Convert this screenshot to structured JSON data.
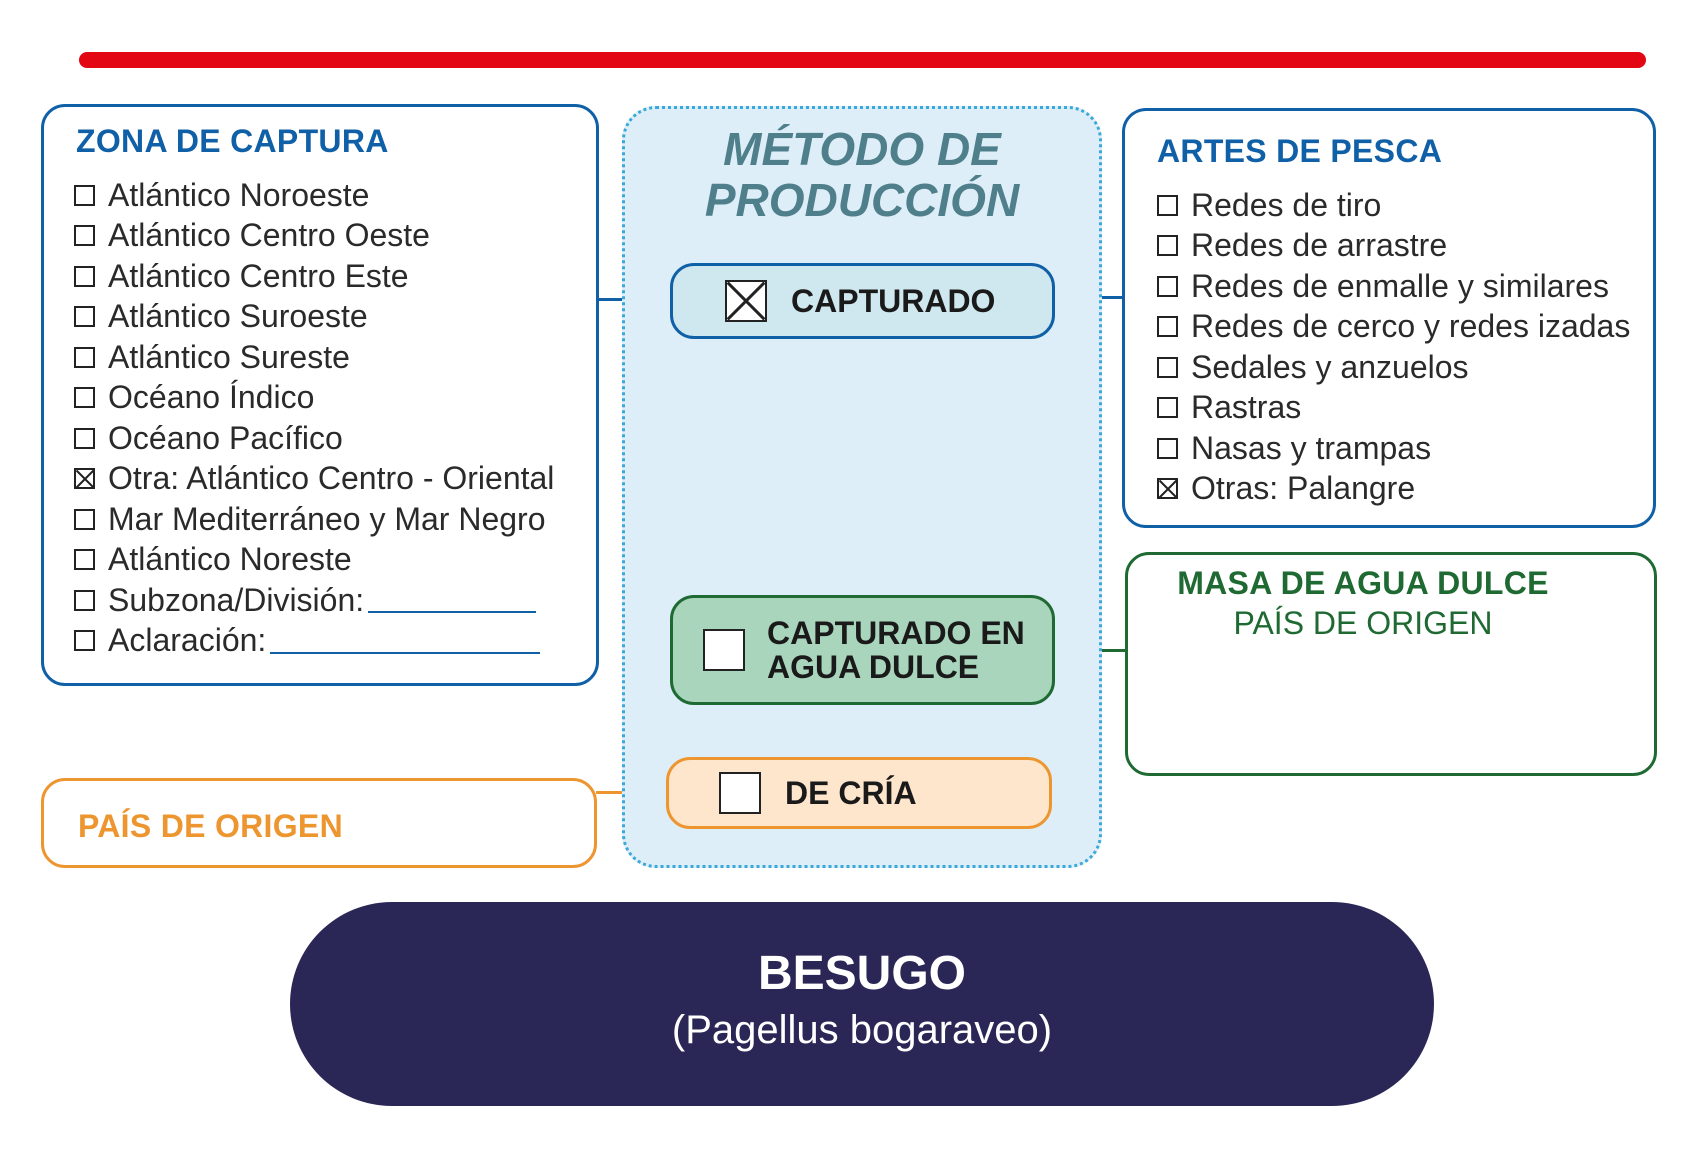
{
  "zona_captura": {
    "title": "ZONA DE CAPTURA",
    "items": [
      {
        "label": "Atlántico Noroeste",
        "checked": false
      },
      {
        "label": "Atlántico Centro Oeste",
        "checked": false
      },
      {
        "label": "Atlántico Centro Este",
        "checked": false
      },
      {
        "label": "Atlántico Suroeste",
        "checked": false
      },
      {
        "label": "Atlántico Sureste",
        "checked": false
      },
      {
        "label": "Océano Índico",
        "checked": false
      },
      {
        "label": "Océano Pacífico",
        "checked": false
      },
      {
        "label": "Otra: Atlántico Centro - Oriental",
        "checked": true
      },
      {
        "label": "Mar Mediterráneo y Mar Negro",
        "checked": false
      },
      {
        "label": "Atlántico Noreste",
        "checked": false
      },
      {
        "label": "Subzona/División:",
        "checked": false
      },
      {
        "label": "Aclaración:",
        "checked": false
      }
    ]
  },
  "metodo": {
    "title_line1": "MÉTODO DE",
    "title_line2": "PRODUCCIÓN",
    "capturado": {
      "label": "CAPTURADO",
      "checked": true
    },
    "agua_dulce": {
      "label_line1": "CAPTURADO EN",
      "label_line2": "AGUA DULCE",
      "checked": false
    },
    "cria": {
      "label": "DE CRÍA",
      "checked": false
    }
  },
  "artes_pesca": {
    "title": "ARTES DE PESCA",
    "items": [
      {
        "label": "Redes de tiro",
        "checked": false
      },
      {
        "label": "Redes de arrastre",
        "checked": false
      },
      {
        "label": "Redes de enmalle y similares",
        "checked": false
      },
      {
        "label": "Redes de cerco y redes izadas",
        "checked": false
      },
      {
        "label": "Sedales y anzuelos",
        "checked": false
      },
      {
        "label": "Rastras",
        "checked": false
      },
      {
        "label": "Nasas y trampas",
        "checked": false
      },
      {
        "label": "Otras: Palangre",
        "checked": true
      }
    ]
  },
  "masa_agua": {
    "title": "MASA DE AGUA DULCE",
    "subtitle": "PAÍS DE ORIGEN"
  },
  "pais_origen": {
    "title": "PAÍS DE ORIGEN"
  },
  "product": {
    "name": "BESUGO",
    "scientific_name": "(Pagellus bogaraveo)"
  },
  "colors": {
    "accent_red": "#e30613",
    "blue": "#1060a8",
    "green": "#1e6a32",
    "orange": "#ed9630",
    "navy": "#2a2756"
  }
}
